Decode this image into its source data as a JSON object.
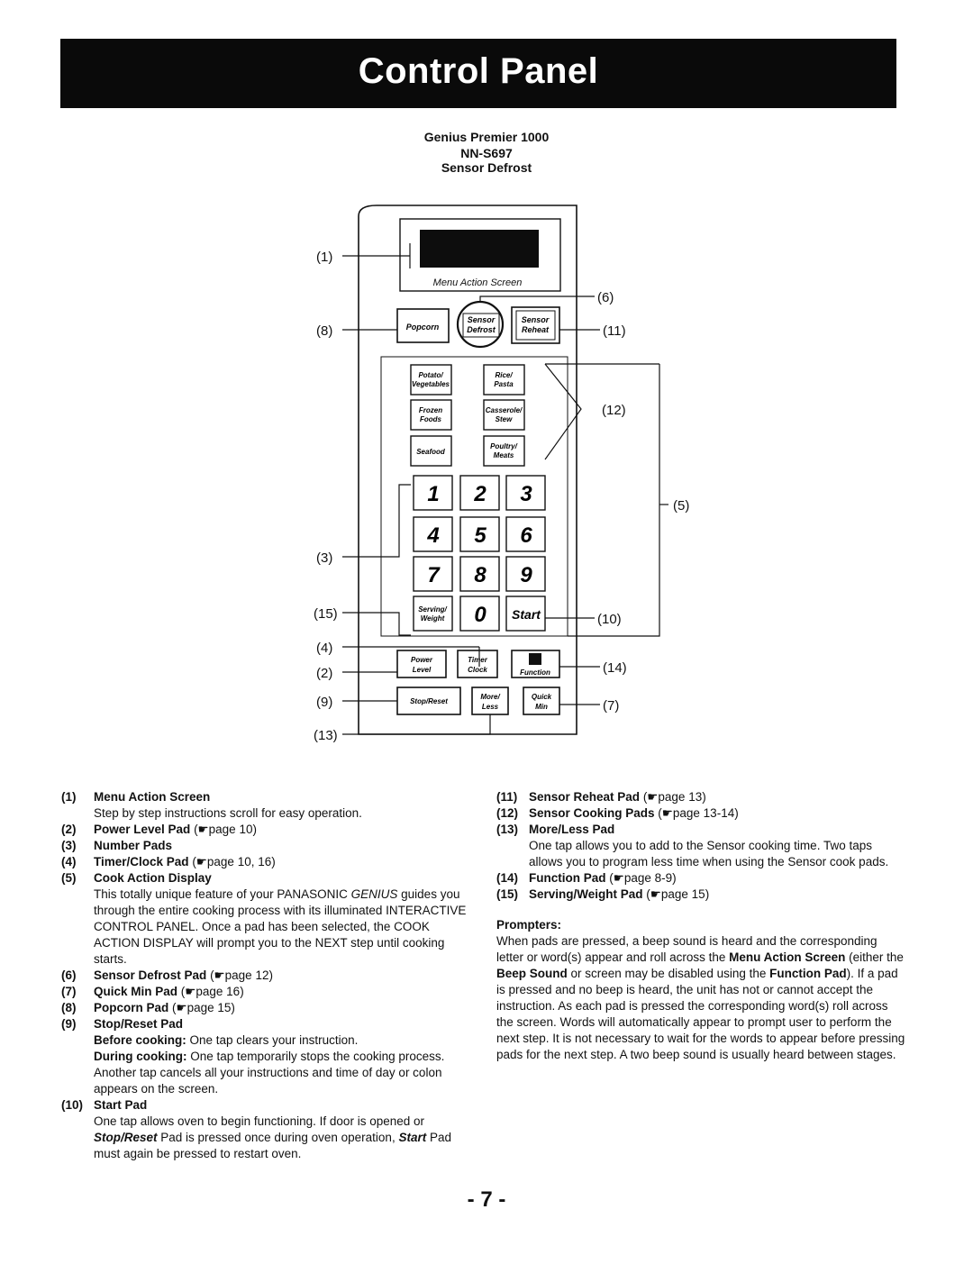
{
  "header": {
    "title": "Control Panel"
  },
  "model": {
    "line1": "Genius Premier 1000",
    "line2": "NN-S697",
    "line3": "Sensor Defrost"
  },
  "diagram": {
    "screen_label": "Menu Action Screen",
    "pads": {
      "popcorn": "Popcorn",
      "sensor_defrost_1": "Sensor",
      "sensor_defrost_2": "Defrost",
      "sensor_reheat_1": "Sensor",
      "sensor_reheat_2": "Reheat",
      "potato_1": "Potato/",
      "potato_2": "Vegetables",
      "rice_1": "Rice/",
      "rice_2": "Pasta",
      "frozen_1": "Frozen",
      "frozen_2": "Foods",
      "casserole_1": "Casserole/",
      "casserole_2": "Stew",
      "seafood": "Seafood",
      "poultry_1": "Poultry/",
      "poultry_2": "Meats",
      "n1": "1",
      "n2": "2",
      "n3": "3",
      "n4": "4",
      "n5": "5",
      "n6": "6",
      "n7": "7",
      "n8": "8",
      "n9": "9",
      "n0": "0",
      "serving_1": "Serving/",
      "serving_2": "Weight",
      "start": "Start",
      "power_1": "Power",
      "power_2": "Level",
      "timer_1": "Timer",
      "timer_2": "Clock",
      "function": "Function",
      "stop_reset": "Stop/Reset",
      "more_1": "More/",
      "more_2": "Less",
      "quick_1": "Quick",
      "quick_2": "Min"
    },
    "callouts": {
      "c1": "(1)",
      "c2": "(2)",
      "c3": "(3)",
      "c4": "(4)",
      "c5": "(5)",
      "c6": "(6)",
      "c7": "(7)",
      "c8": "(8)",
      "c9": "(9)",
      "c10": "(10)",
      "c11": "(11)",
      "c12": "(12)",
      "c13": "(13)",
      "c14": "(14)",
      "c15": "(15)"
    }
  },
  "legend_left": {
    "i1_num": "(1)",
    "i1_title": "Menu Action Screen",
    "i1_desc": "Step by step instructions scroll for easy operation.",
    "i2_num": "(2)",
    "i2_title": "Power Level Pad",
    "i2_ref": "(☛page 10)",
    "i3_num": "(3)",
    "i3_title": "Number Pads",
    "i4_num": "(4)",
    "i4_title": "Timer/Clock Pad",
    "i4_ref": "(☛page 10, 16)",
    "i5_num": "(5)",
    "i5_title": "Cook Action Display",
    "i5_desc_a": "This totally unique feature of your PANASONIC ",
    "i5_desc_brand": "GENIUS",
    "i5_desc_b": " guides you through the entire cooking process with its illuminated INTERACTIVE CONTROL PANEL. Once a pad has been selected, the COOK ACTION DISPLAY will prompt you to the NEXT step until cooking starts.",
    "i6_num": "(6)",
    "i6_title": "Sensor Defrost Pad",
    "i6_ref": "(☛page 12)",
    "i7_num": "(7)",
    "i7_title": "Quick Min Pad",
    "i7_ref": "(☛page 16)",
    "i8_num": "(8)",
    "i8_title": "Popcorn Pad",
    "i8_ref": "(☛page 15)",
    "i9_num": "(9)",
    "i9_title": "Stop/Reset Pad",
    "i9_before_label": "Before cooking:",
    "i9_before_text": " One tap clears your instruction.",
    "i9_during_label": "During cooking:",
    "i9_during_text": " One tap temporarily stops the cooking process. Another tap cancels all your instructions and time of day or colon appears on the screen.",
    "i10_num": "(10)",
    "i10_title": "Start Pad",
    "i10_desc_a": "One tap allows oven to begin functioning. If door is opened or ",
    "i10_desc_stop": "Stop/Reset",
    "i10_desc_b": " Pad is pressed once during oven operation, ",
    "i10_desc_start": "Start",
    "i10_desc_c": " Pad must again be pressed to restart oven."
  },
  "legend_right": {
    "i11_num": "(11)",
    "i11_title": "Sensor Reheat Pad",
    "i11_ref": "(☛page 13)",
    "i12_num": "(12)",
    "i12_title": "Sensor Cooking Pads",
    "i12_ref": "(☛page 13-14)",
    "i13_num": "(13)",
    "i13_title": "More/Less Pad",
    "i13_desc": "One tap allows you to add to the Sensor cooking time. Two taps allows you to program less time when using the Sensor cook pads.",
    "i14_num": "(14)",
    "i14_title": "Function Pad",
    "i14_ref": "(☛page 8-9)",
    "i15_num": "(15)",
    "i15_title": "Serving/Weight Pad",
    "i15_ref": "(☛page 15)",
    "prompters_title": "Prompters:",
    "p_a": "When pads are pressed, a beep sound is heard and the corresponding letter or word(s) appear and roll across the ",
    "p_b": "Menu Action Screen",
    "p_c": " (either the ",
    "p_d": "Beep Sound",
    "p_e": " or screen may be disabled using the ",
    "p_f": "Function Pad",
    "p_g": "). If a pad is pressed and no beep is heard, the unit has not or cannot accept the instruction. As each pad is pressed the corresponding word(s) roll across the screen. Words will automatically appear to prompt user to perform the next step. It is not necessary to wait for the words to appear before pressing pads for the next step. A two beep sound is usually heard between stages."
  },
  "footer": {
    "page_number": "- 7 -"
  }
}
